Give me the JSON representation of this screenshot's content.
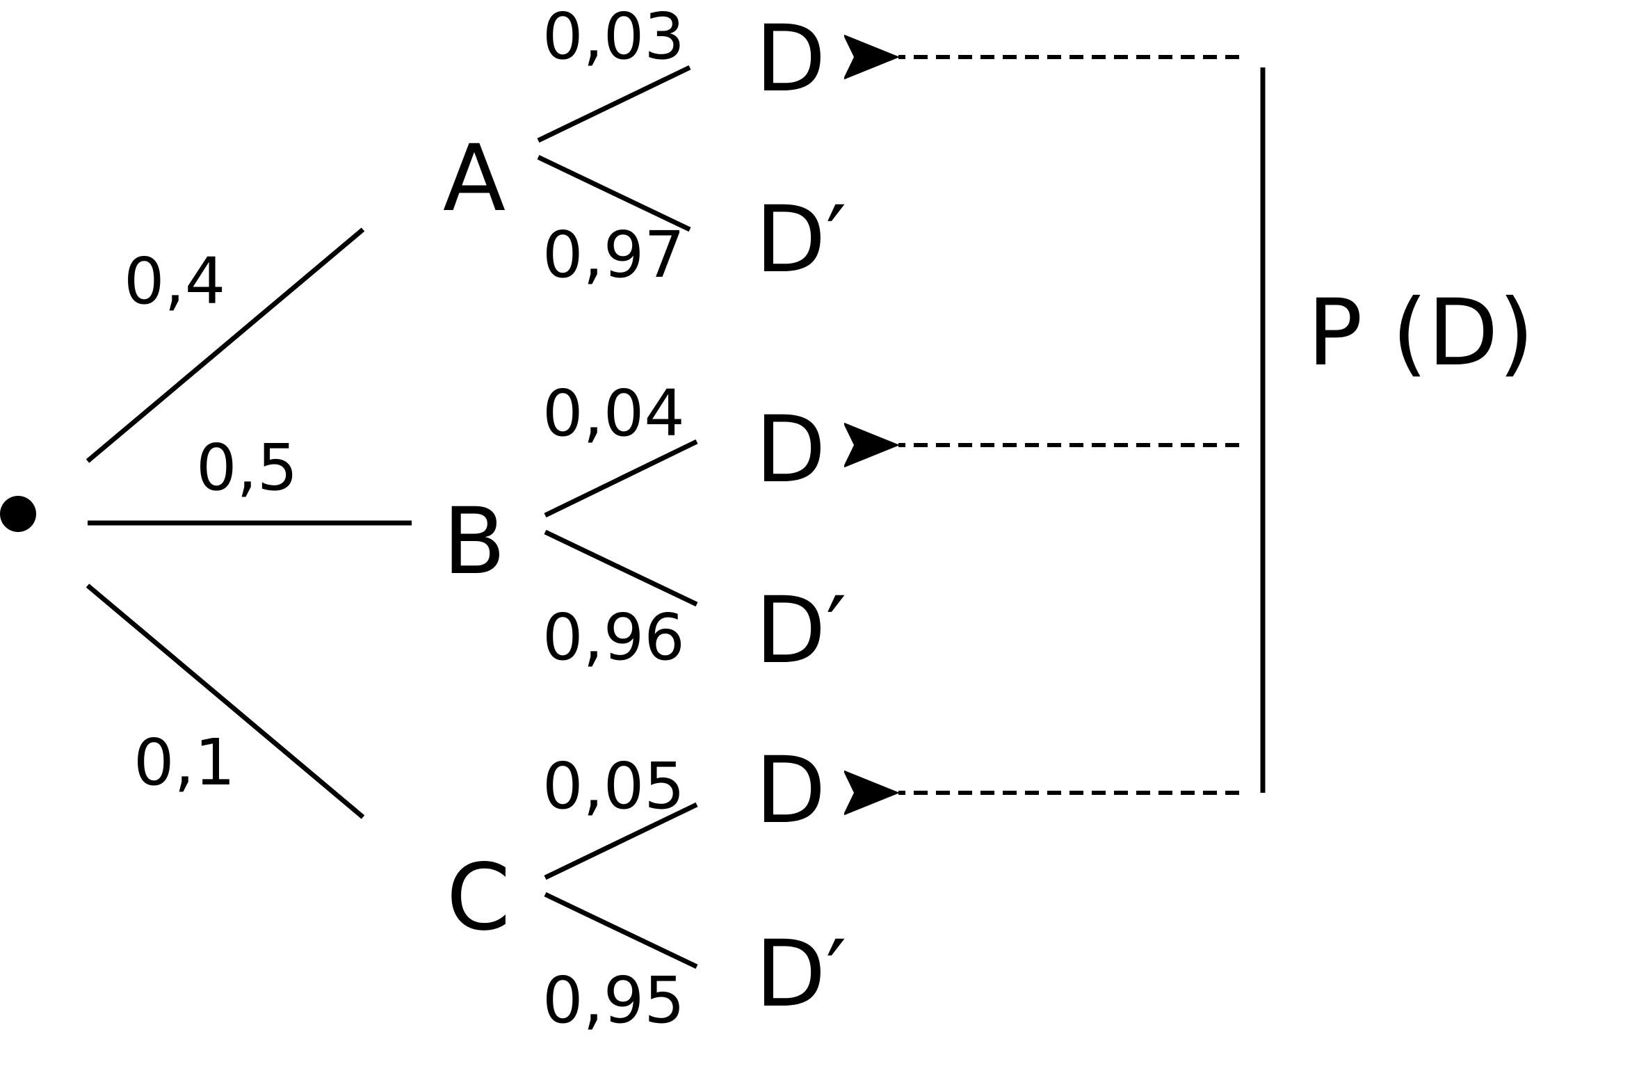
{
  "root": {
    "marker": "filled-dot"
  },
  "first_level": [
    {
      "node": "A",
      "probability": "0,4"
    },
    {
      "node": "B",
      "probability": "0,5"
    },
    {
      "node": "C",
      "probability": "0,1"
    }
  ],
  "second_level": {
    "A": [
      {
        "node": "D",
        "probability": "0,03"
      },
      {
        "node": "D′",
        "probability": "0,97"
      }
    ],
    "B": [
      {
        "node": "D",
        "probability": "0,04"
      },
      {
        "node": "D′",
        "probability": "0,96"
      }
    ],
    "C": [
      {
        "node": "D",
        "probability": "0,05"
      },
      {
        "node": "D′",
        "probability": "0,95"
      }
    ]
  },
  "bracket_label": "P (D)",
  "colors": {
    "ink": "#000000",
    "background": "#ffffff"
  }
}
